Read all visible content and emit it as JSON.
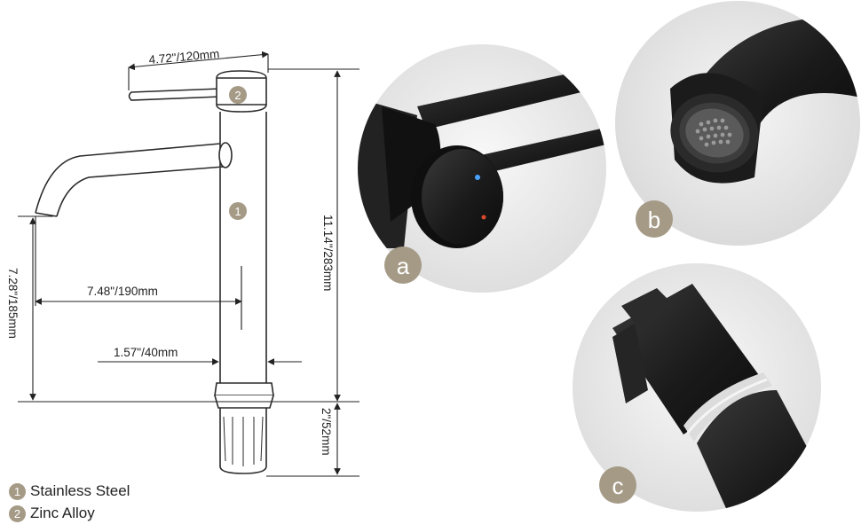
{
  "dimensions": {
    "spout_reach": "4.72\"/120mm",
    "total_height": "11.14\"/283mm",
    "spout_height": "7.28\"/185mm",
    "spout_length": "7.48\"/190mm",
    "body_diameter": "1.57\"/40mm",
    "shank_length": "2\"/52mm"
  },
  "markers": {
    "body": "1",
    "handle": "2"
  },
  "legend": [
    {
      "number": "1",
      "label": "Stainless Steel"
    },
    {
      "number": "2",
      "label": "Zinc Alloy"
    }
  ],
  "detail_labels": {
    "a": "a",
    "b": "b",
    "c": "c"
  },
  "colors": {
    "badge": "#a59a86",
    "line": "#222222",
    "faucet_black": "#1a1a1a",
    "photo_bg": "#ececec"
  }
}
